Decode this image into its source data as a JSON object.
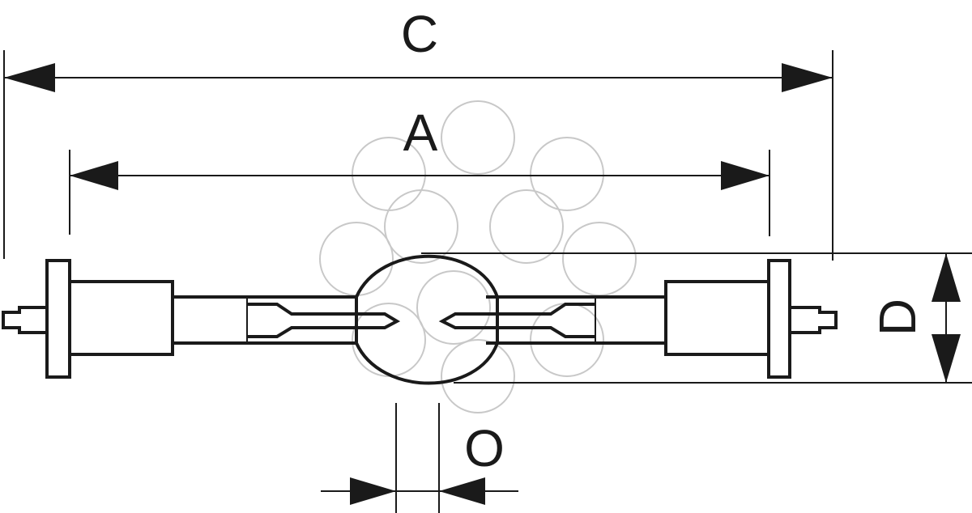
{
  "labels": {
    "c": "C",
    "a": "A",
    "d": "D",
    "o": "O"
  },
  "colors": {
    "line": "#1a1a1a",
    "watermark": "#c8c8c8",
    "background": "#ffffff"
  }
}
